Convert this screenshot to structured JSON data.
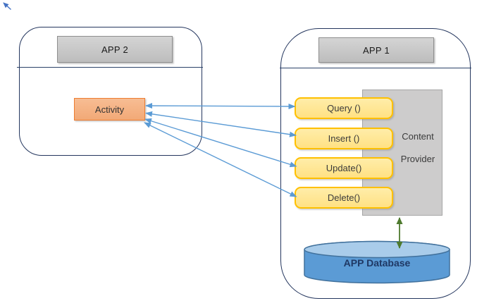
{
  "diagram": {
    "type": "android-content-provider-architecture",
    "colors": {
      "container_border": "#24365E",
      "header_fill": "#C9C9C9",
      "activity_fill": "#F4B183",
      "activity_border": "#ED7D31",
      "method_fill": "#FFE699",
      "method_border": "#FFC000",
      "provider_fill": "#CDCCCC",
      "provider_border": "#A6A6A6",
      "database_body": "#5B9BD5",
      "database_top": "#A9CCEA",
      "database_border": "#41719C",
      "database_text": "#1F3864",
      "arrow_blue": "#5B9BD5",
      "arrow_green": "#4E7A2E"
    }
  },
  "app2": {
    "title": "APP 2",
    "activity_label": "Activity"
  },
  "app1": {
    "title": "APP 1",
    "methods": [
      {
        "label": "Query ()"
      },
      {
        "label": "Insert ()"
      },
      {
        "label": "Update()"
      },
      {
        "label": "Delete()"
      }
    ],
    "provider_line1": "Content",
    "provider_line2": "Provider",
    "database_label": "APP Database"
  },
  "connections": [
    {
      "from": "Activity",
      "to": "Query ()",
      "direction": "bidirectional",
      "color": "blue"
    },
    {
      "from": "Activity",
      "to": "Insert ()",
      "direction": "bidirectional",
      "color": "blue"
    },
    {
      "from": "Activity",
      "to": "Update()",
      "direction": "bidirectional",
      "color": "blue"
    },
    {
      "from": "Activity",
      "to": "Delete()",
      "direction": "bidirectional",
      "color": "blue"
    },
    {
      "from": "Content Provider",
      "to": "APP Database",
      "direction": "bidirectional",
      "color": "green"
    }
  ]
}
